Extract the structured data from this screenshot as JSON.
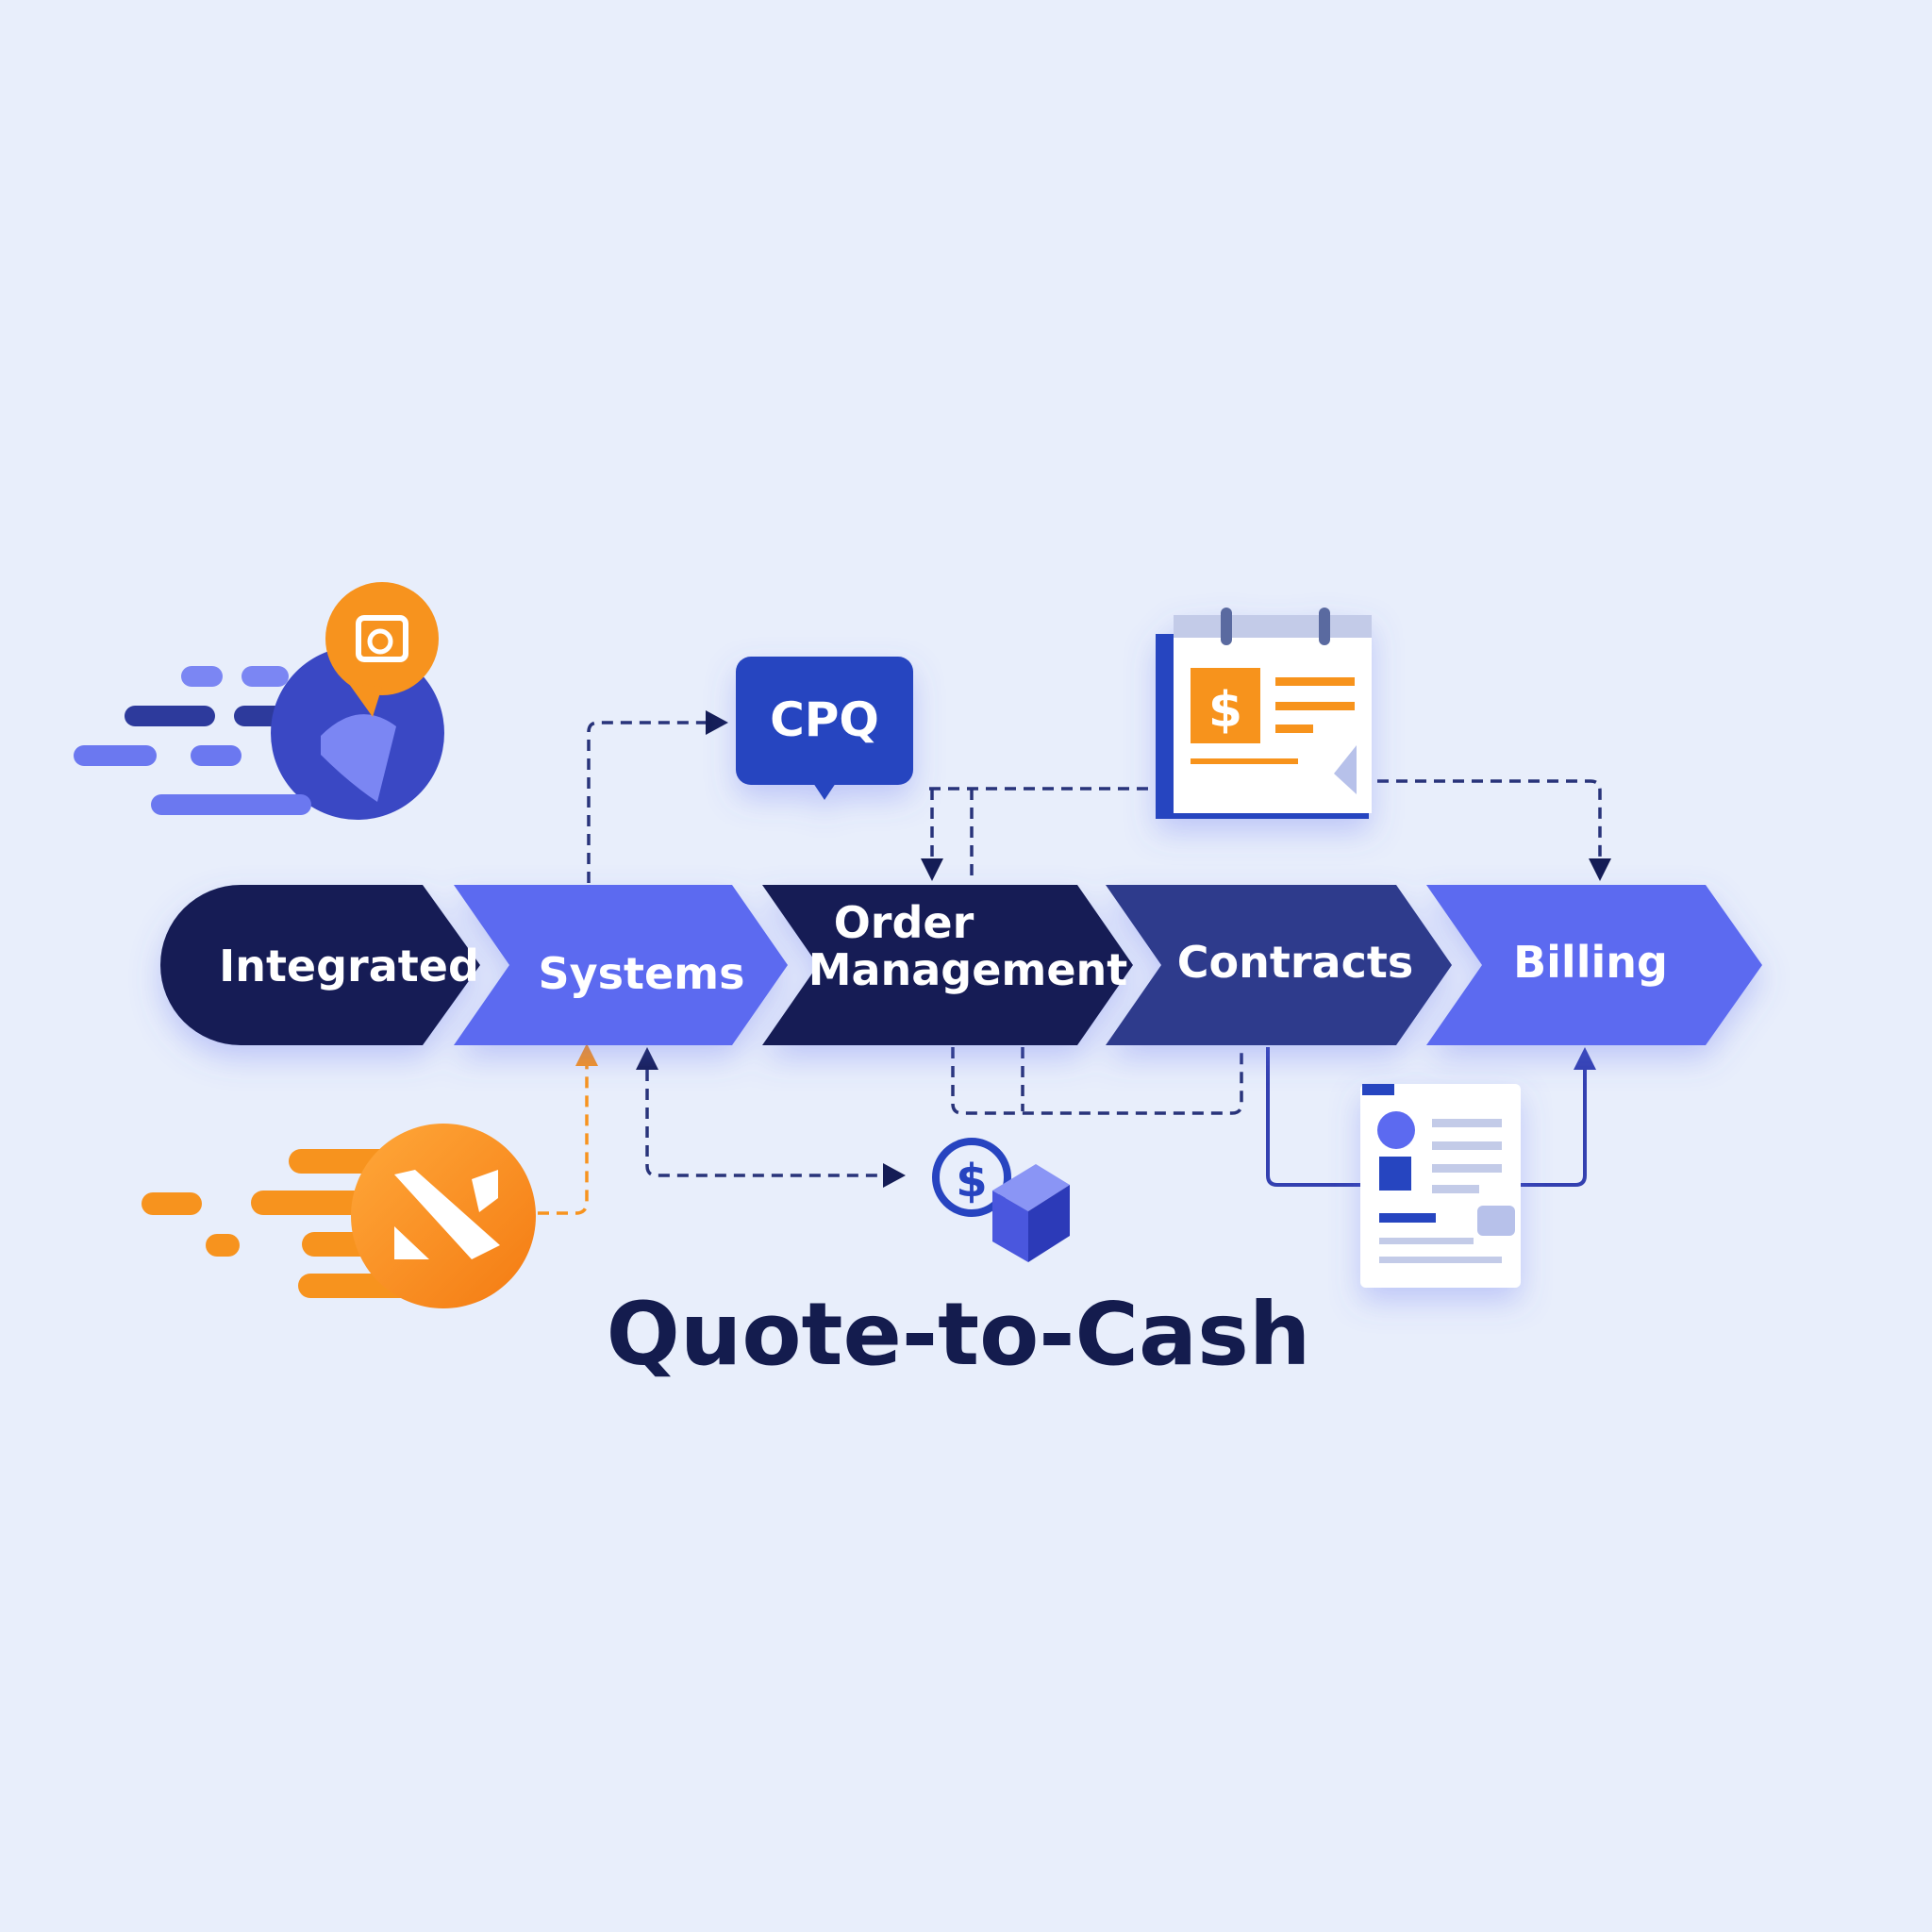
{
  "title": "Quote-to-Cash",
  "stages": [
    {
      "label": "Integrated"
    },
    {
      "label": "Systems"
    },
    {
      "label_line1": "Order",
      "label_line2": "Management"
    },
    {
      "label": "Contracts"
    },
    {
      "label": "Billing"
    }
  ],
  "cpq": {
    "label": "CPQ"
  },
  "invoice": {
    "currency_symbol": "$"
  },
  "payment": {
    "currency_symbol": "$"
  },
  "colors": {
    "background": "#e8eefb",
    "navy": "#141c55",
    "indigo": "#5b6af0",
    "contracts": "#2d3a8c",
    "blue": "#2744c0",
    "orange": "#f7931e"
  }
}
